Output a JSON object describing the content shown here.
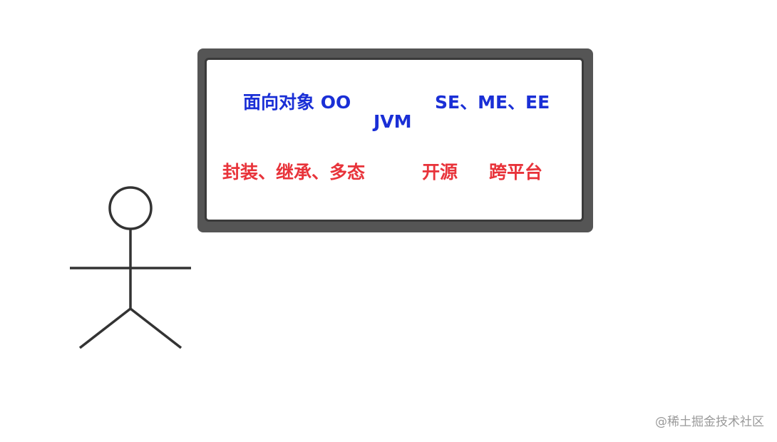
{
  "board": {
    "blue_terms": {
      "oop": "面向对象  OO",
      "jvm": "JVM",
      "editions": "SE、ME、EE"
    },
    "red_terms": {
      "features": "封装、继承、多态",
      "open_source": "开源",
      "cross_platform": "跨平台"
    }
  },
  "colors": {
    "blue": "#1a2fd6",
    "red": "#e8333a",
    "board_frame": "#555555",
    "figure": "#333333"
  },
  "watermark": "@稀土掘金技术社区"
}
